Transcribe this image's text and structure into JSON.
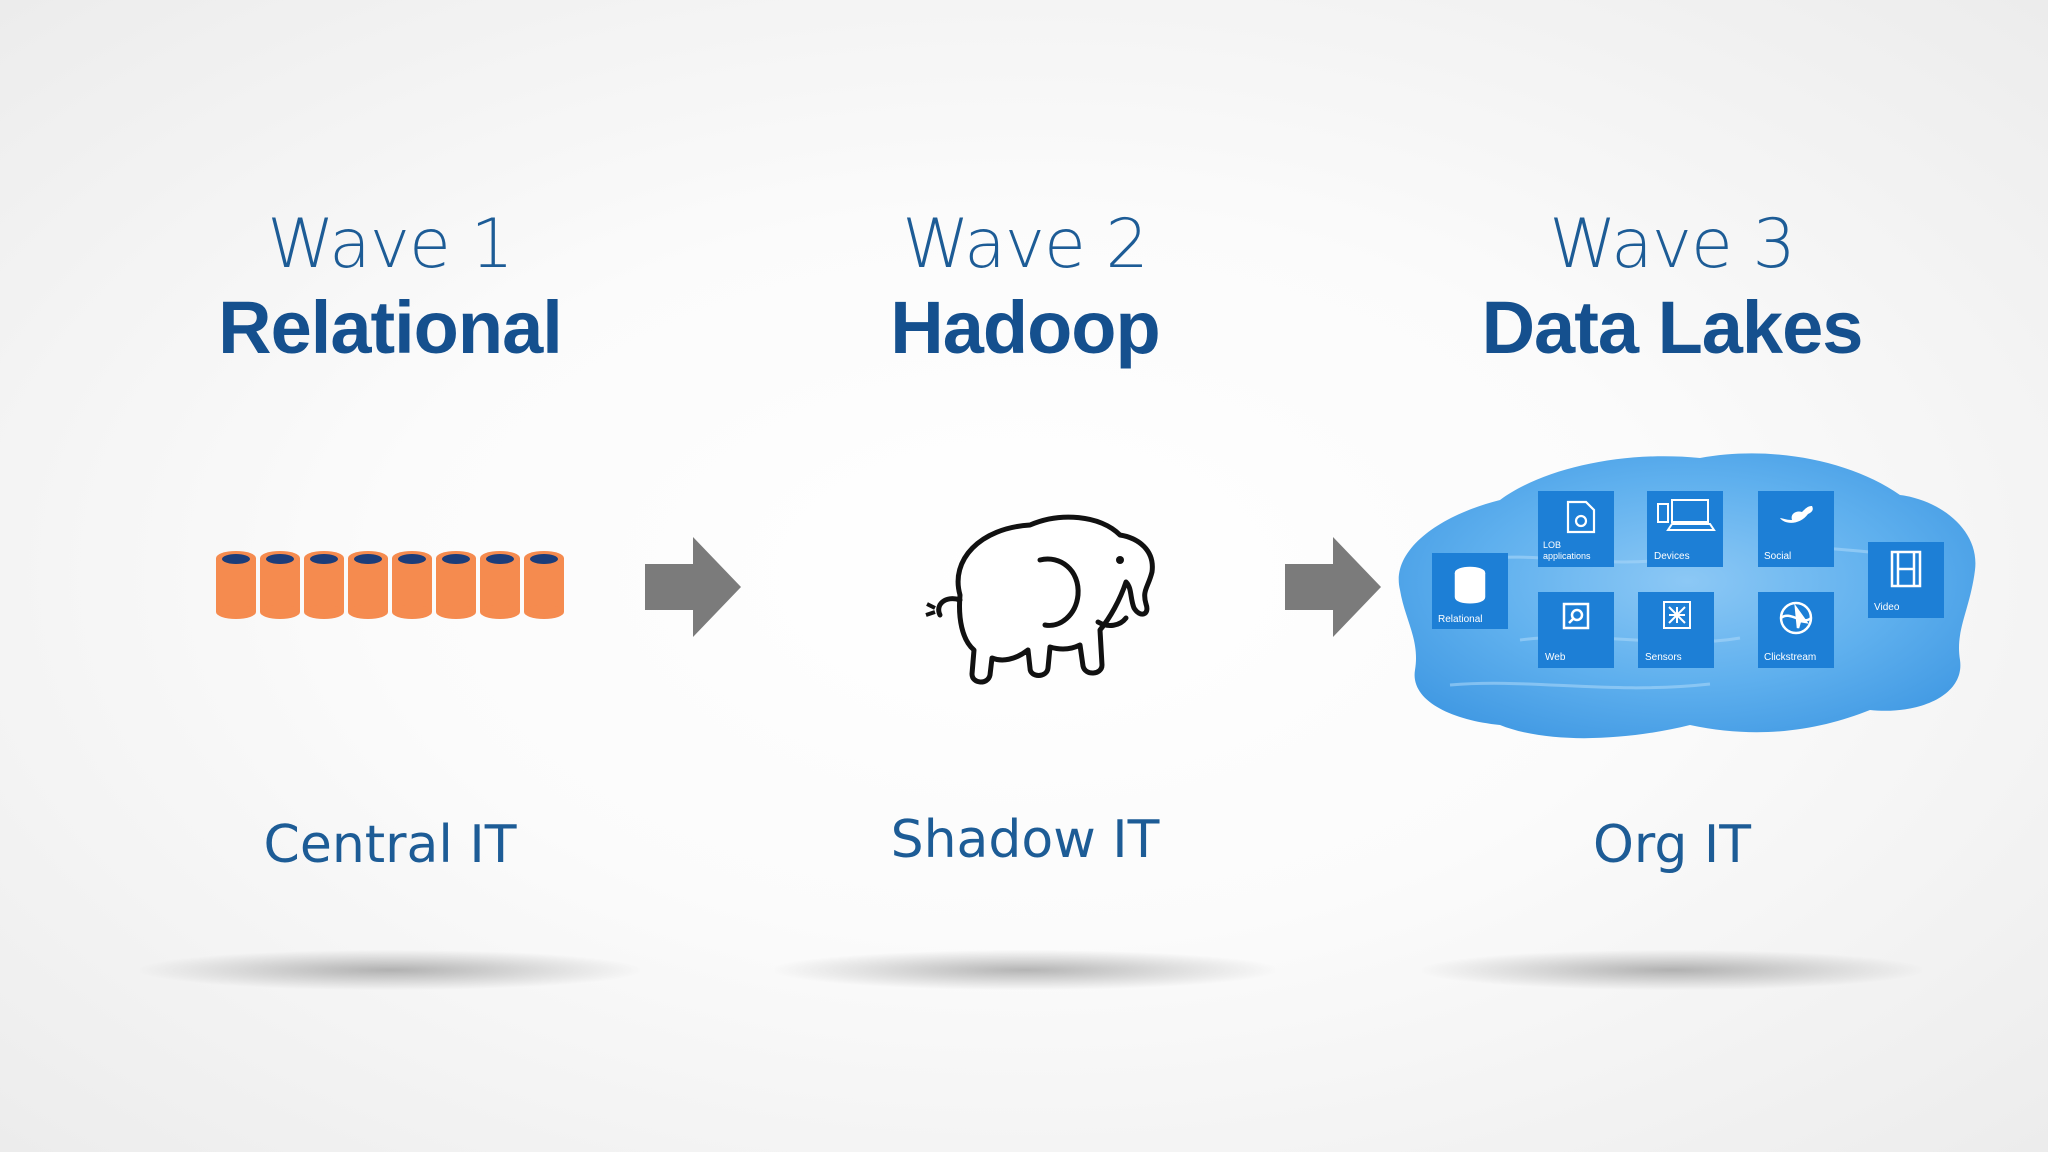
{
  "waves": [
    {
      "label": "Wave 1",
      "title": "Relational",
      "it": "Central IT"
    },
    {
      "label": "Wave 2",
      "title": "Hadoop",
      "it": "Shadow IT"
    },
    {
      "label": "Wave 3",
      "title": "Data Lakes",
      "it": "Org IT"
    }
  ],
  "lake_tiles": {
    "relational": "Relational",
    "lob_line1": "LOB",
    "lob_line2": "applications",
    "devices": "Devices",
    "social": "Social",
    "video": "Video",
    "web": "Web",
    "sensors": "Sensors",
    "clickstream": "Clickstream"
  },
  "colors": {
    "text_blue": "#1d5c96",
    "title_blue": "#15508e",
    "cylinder_orange": "#f58b4f",
    "cylinder_top": "#1c3d7a",
    "arrow_gray": "#7b7b7b",
    "tile_blue": "#1d7fd6",
    "lake_blue": "#5fb0ee"
  },
  "icons": [
    "database-cylinder-icon",
    "arrow-right-icon",
    "hadoop-elephant-icon",
    "document-gear-icon",
    "devices-icon",
    "bird-icon",
    "film-icon",
    "search-icon",
    "sensor-chip-icon",
    "globe-cursor-icon"
  ]
}
